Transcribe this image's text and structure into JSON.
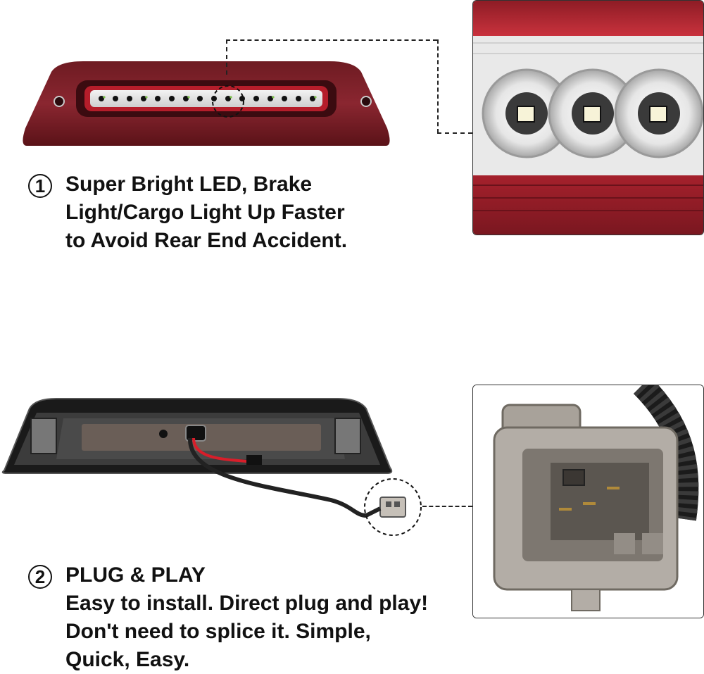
{
  "features": [
    {
      "number": "1",
      "lines": [
        "Super Bright LED, Brake",
        "Light/Cargo Light Up Faster",
        "to Avoid Rear End Accident."
      ]
    },
    {
      "number": "2",
      "lines": [
        "PLUG & PLAY",
        "Easy to install. Direct plug and play!",
        "Don't need to splice it. Simple,",
        "Quick, Easy."
      ]
    }
  ],
  "icons": [
    "led-brake-light-photo",
    "led-closeup-photo",
    "light-back-housing-photo",
    "connector-plug-photo"
  ]
}
